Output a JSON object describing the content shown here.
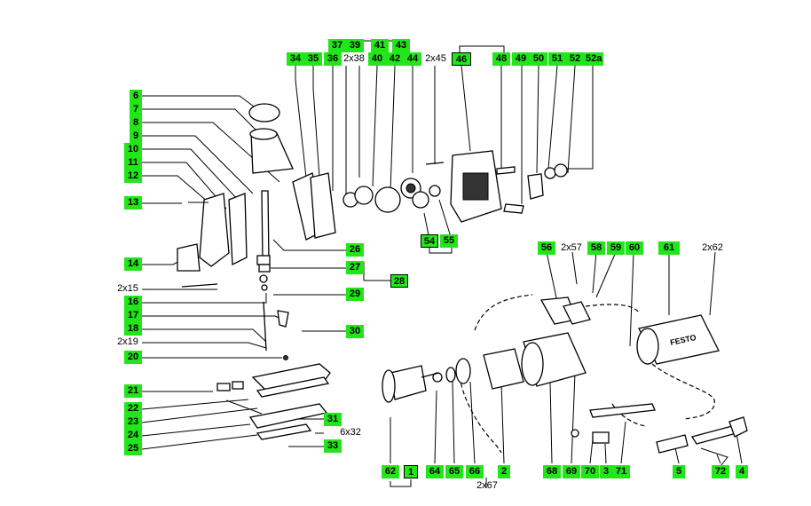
{
  "labels": {
    "l6": "6",
    "l7": "7",
    "l8": "8",
    "l9": "9",
    "l10": "10",
    "l11": "11",
    "l12": "12",
    "l13": "13",
    "l14": "14",
    "l2x15": "2x15",
    "l16": "16",
    "l17": "17",
    "l18": "18",
    "l2x19": "2x19",
    "l20": "20",
    "l21": "21",
    "l22": "22",
    "l23": "23",
    "l24": "24",
    "l25": "25",
    "l26": "26",
    "l27": "27",
    "l28": "28",
    "l29": "29",
    "l30": "30",
    "l31": "31",
    "l6x32": "6x32",
    "l33": "33",
    "l34": "34",
    "l35": "35",
    "l36": "36",
    "l37": "37",
    "l2x38": "2x38",
    "l39": "39",
    "l40": "40",
    "l41": "41",
    "l42": "42",
    "l43": "43",
    "l44": "44",
    "l2x45": "2x45",
    "l46": "46",
    "l48": "48",
    "l49": "49",
    "l50": "50",
    "l51": "51",
    "l52": "52",
    "l52a": "52a",
    "l54": "54",
    "l55": "55",
    "l56": "56",
    "l2x57": "2x57",
    "l58": "58",
    "l59": "59",
    "l60": "60",
    "l61": "61",
    "l2x62": "2x62",
    "l62": "62",
    "l1": "1",
    "l64": "64",
    "l65": "65",
    "l66": "66",
    "l2": "2",
    "l2x67": "2x67",
    "l68": "68",
    "l69": "69",
    "l70": "70",
    "l3": "3",
    "l71": "71",
    "l5": "5",
    "l72": "72",
    "l4": "4"
  },
  "brand": {
    "motor_text": "FESTO"
  },
  "colors": {
    "label_bg": "#22e51a"
  }
}
